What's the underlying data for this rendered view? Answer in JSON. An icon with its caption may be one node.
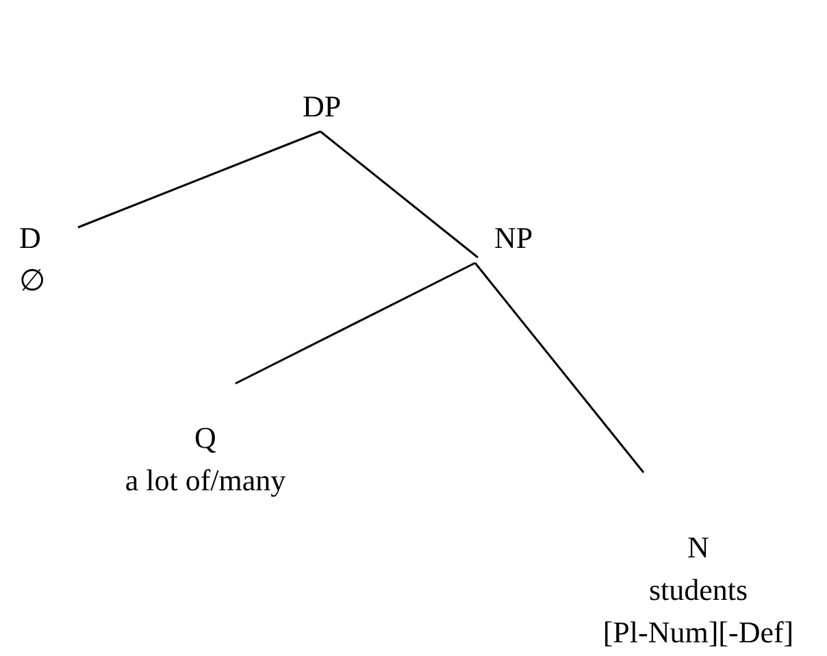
{
  "diagram": {
    "nodes": [
      {
        "text": [
          "DP"
        ]
      },
      {
        "text": [
          "D",
          "∅"
        ]
      },
      {
        "text": [
          "NP"
        ]
      },
      {
        "text": [
          "Q",
          "a lot of/many"
        ]
      },
      {
        "text": [
          "N",
          "students",
          "[Pl-Num][-Def]"
        ]
      }
    ],
    "edges": [
      {
        "from": 0,
        "to": 1,
        "arrow": "none"
      },
      {
        "from": 0,
        "to": 2,
        "arrow": "none"
      },
      {
        "from": 2,
        "to": 3,
        "arrow": "none"
      },
      {
        "from": 2,
        "to": 4,
        "arrow": "none"
      }
    ]
  }
}
